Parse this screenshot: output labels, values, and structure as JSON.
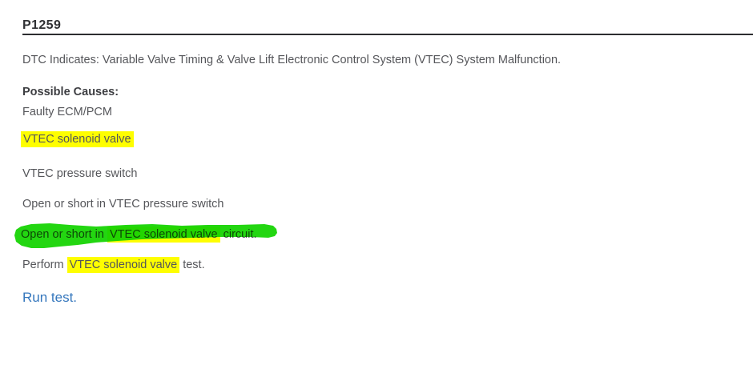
{
  "colors": {
    "highlight_yellow": "#fefe00",
    "marker_green": "#23d611",
    "link_blue": "#3577bd"
  },
  "doc": {
    "code_title": "P1259",
    "dtc_indicates": "DTC Indicates: Variable Valve Timing & Valve Lift Electronic Control System (VTEC) System Malfunction.",
    "possible_causes_heading": "Possible Causes:",
    "cause_faulty_ecm": "Faulty ECM/PCM",
    "cause_vtec_solenoid_valve": "VTEC solenoid valve",
    "cause_vtec_pressure_switch": "VTEC pressure switch",
    "cause_open_short_pressure_switch": "Open or short in VTEC pressure switch",
    "cause_open_short_solenoid": {
      "prefix": "Open or short in ",
      "highlight": "VTEC solenoid valve",
      "suffix": " circuit."
    },
    "perform_test": {
      "prefix": "Perform ",
      "highlight": "VTEC solenoid valve",
      "suffix": " test."
    },
    "run_test_link": "Run test."
  }
}
